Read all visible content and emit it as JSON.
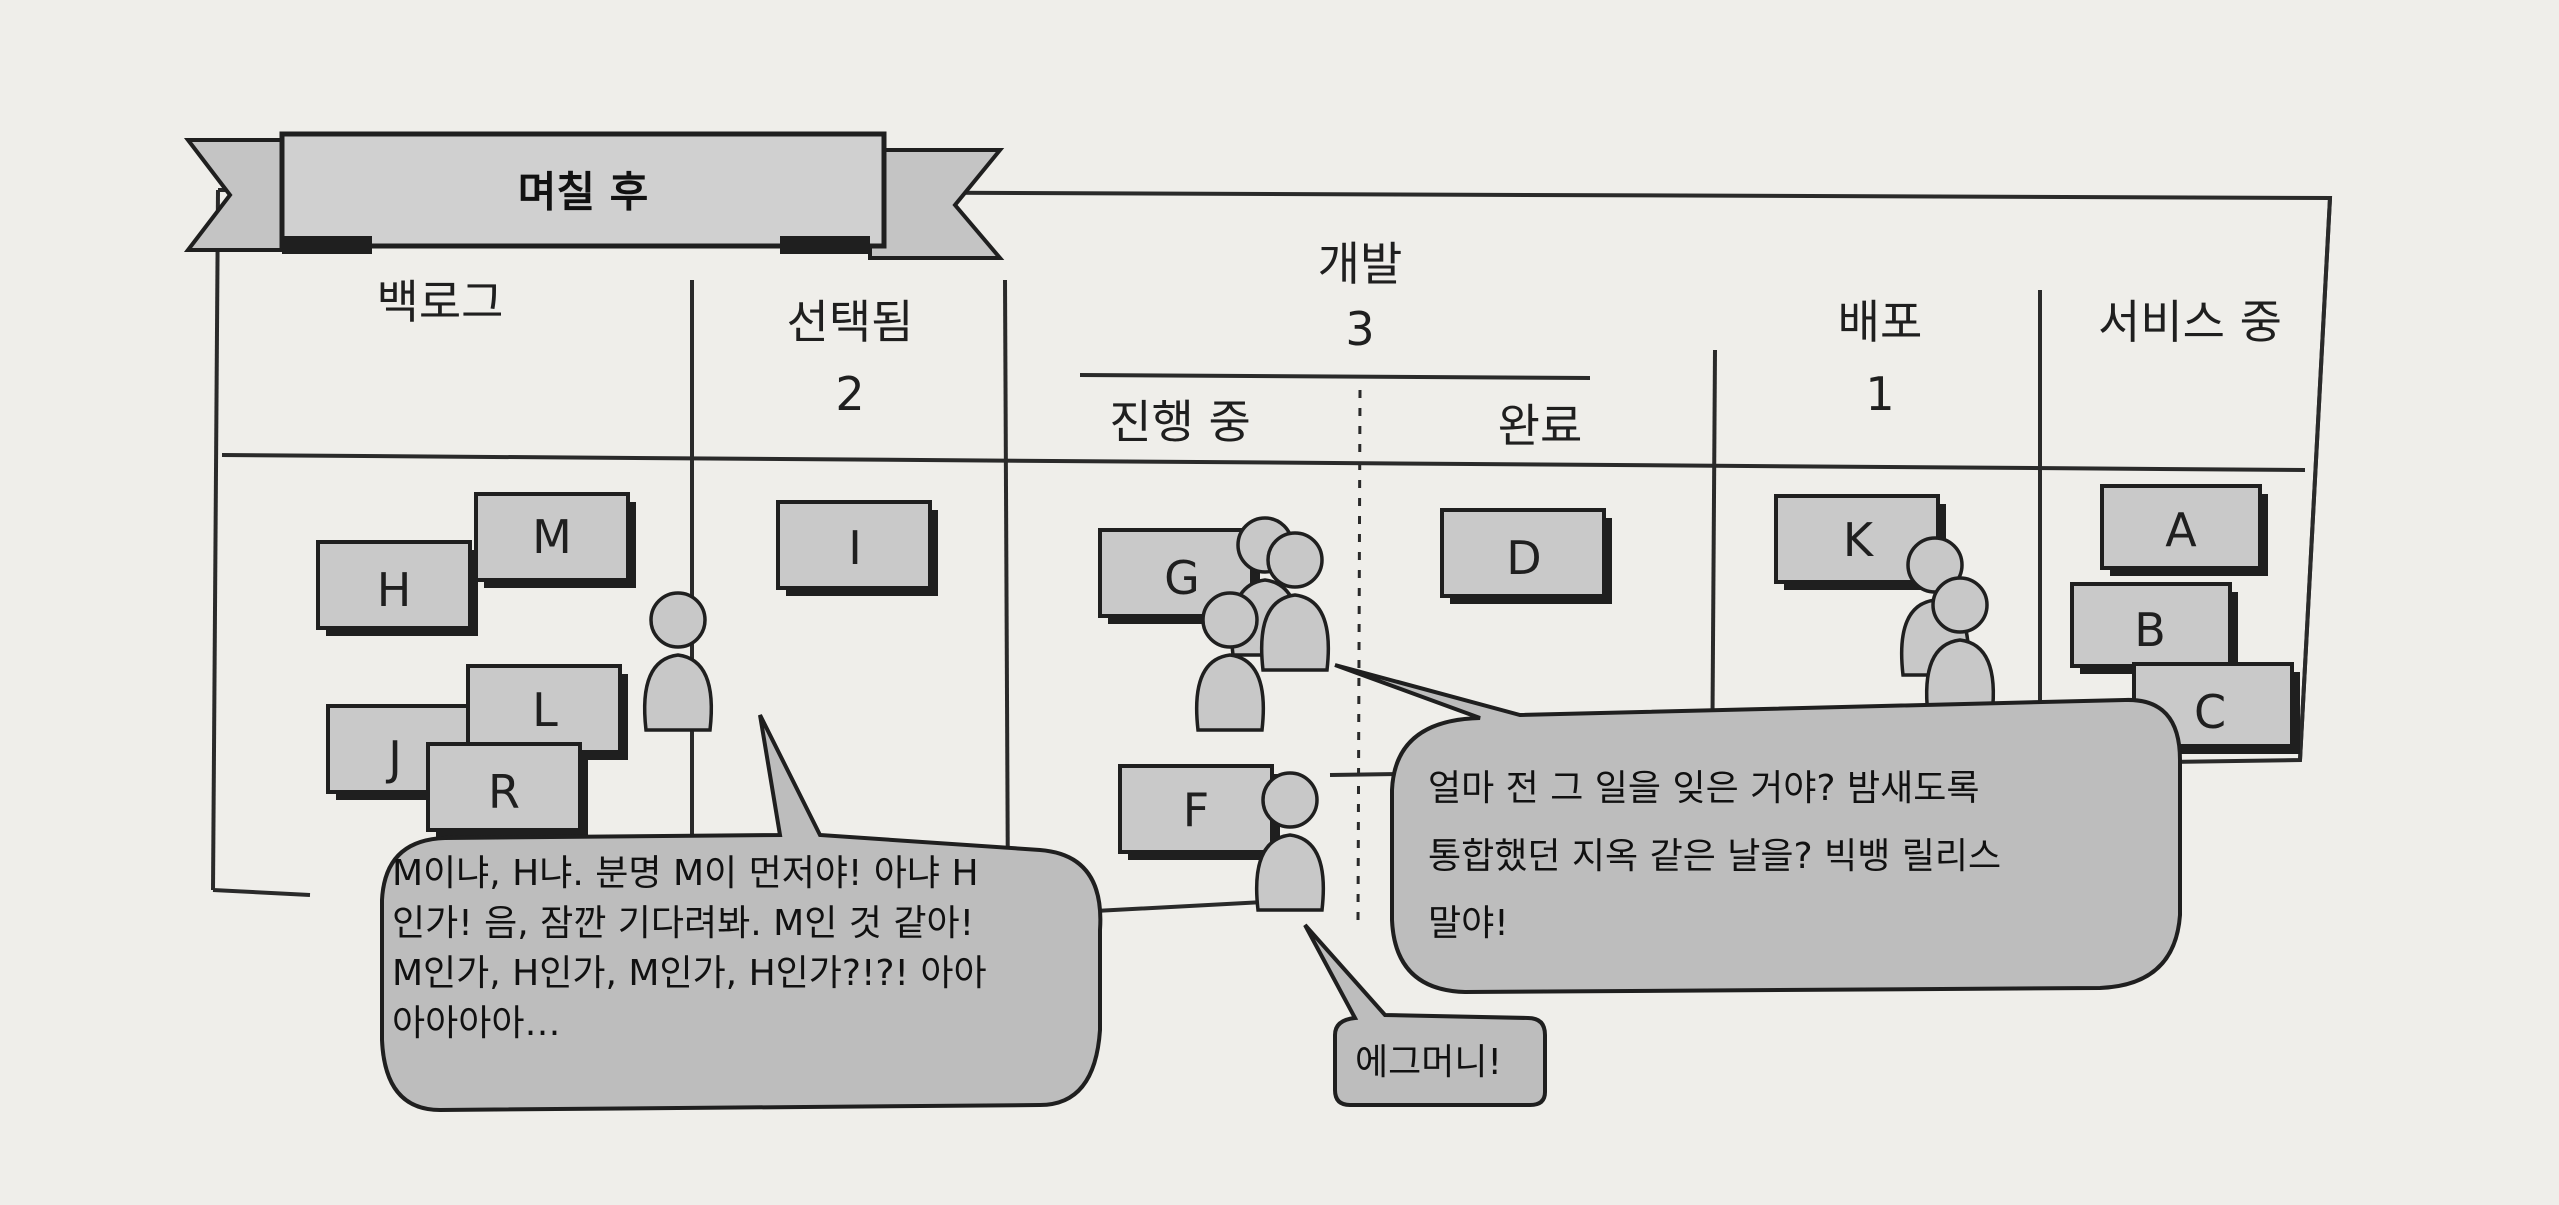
{
  "banner": {
    "title": "며칠 후"
  },
  "columns": {
    "backlog": {
      "label": "백로그",
      "wip": ""
    },
    "selected": {
      "label": "선택됨",
      "wip": "2"
    },
    "dev": {
      "label": "개발",
      "wip": "3",
      "sub_progress": "진행 중",
      "sub_done": "완료"
    },
    "deploy": {
      "label": "배포",
      "wip": "1"
    },
    "live": {
      "label": "서비스 중",
      "wip": ""
    }
  },
  "cards": {
    "M": "M",
    "H": "H",
    "L": "L",
    "J": "J",
    "R": "R",
    "I": "I",
    "G": "G",
    "F": "F",
    "D": "D",
    "K": "K",
    "A": "A",
    "B": "B",
    "C": "C"
  },
  "bubbles": {
    "backlog_lines": [
      "M이냐, H냐. 분명 M이 먼저야! 아냐 H",
      "인가! 음, 잠깐 기다려봐. M인 것 같아!",
      "M인가, H인가, M인가, H인가?!?! 아아",
      "아아아아…"
    ],
    "dev_lines": [
      "얼마 전 그 일을 잊은 거야? 밤새도록",
      "통합했던 지옥 같은 날을? 빅뱅 릴리스",
      "말야!"
    ],
    "small": "에그머니!"
  }
}
